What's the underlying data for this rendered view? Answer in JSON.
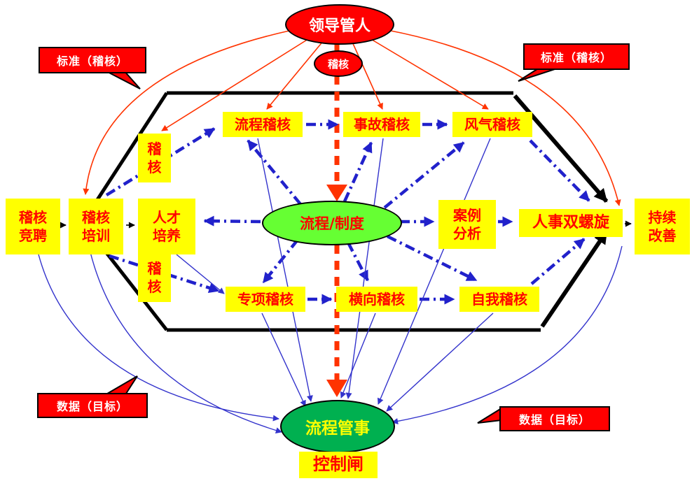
{
  "diagram": {
    "top_ellipse": "领导管人",
    "audit_ellipse": "稽核",
    "center_ellipse": "流程/制度",
    "bottom_ellipse": "流程管事",
    "control_gate": "控制闸"
  },
  "banners": {
    "standard_left": "标准（稽核）",
    "standard_right": "标准（稽核）",
    "data_left": "数据（目标）",
    "data_right": "数据（目标）"
  },
  "labels": {
    "process_audit": "流程稽核",
    "accident_audit": "事故稽核",
    "climate_audit": "风气稽核",
    "audit_upper": "稽\n核",
    "audit_lower": "稽\n核",
    "audit_recruit": "稽核\n竞聘",
    "audit_training": "稽核\n培训",
    "talent_dev": "人才\n培养",
    "case_analysis": "案例\n分析",
    "hr_double_helix": "人事双螺旋",
    "continuous_improve": "持续\n改善",
    "special_audit": "专项稽核",
    "horizontal_audit": "横向稽核",
    "self_audit": "自我稽核"
  },
  "colors": {
    "node_bg": "#FFFF00",
    "node_text": "#FF0000",
    "red_shape": "#FF0000",
    "red_line": "#FF3300",
    "center_green": "#66FF33",
    "bottom_green": "#00B050",
    "blue_dashdot": "#2121CB",
    "blue_thin": "#3333CC",
    "hexagon": "#000000"
  }
}
